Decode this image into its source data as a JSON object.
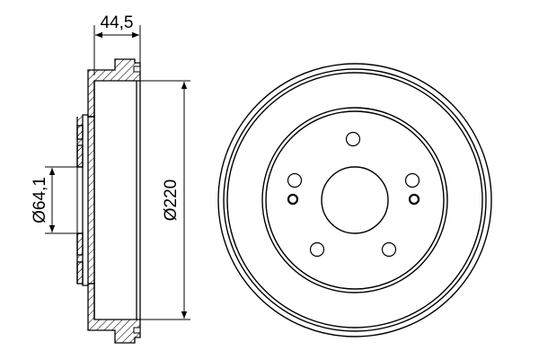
{
  "drawing": {
    "subject": "brake drum technical drawing",
    "line_color": "#000000",
    "background": "#ffffff"
  },
  "dimensions": {
    "width_label": "44,5",
    "hub_diameter_label": "Ø64,1",
    "drum_diameter_label": "Ø220"
  },
  "front_view": {
    "bolt_holes": 5,
    "pin_holes": 2
  }
}
